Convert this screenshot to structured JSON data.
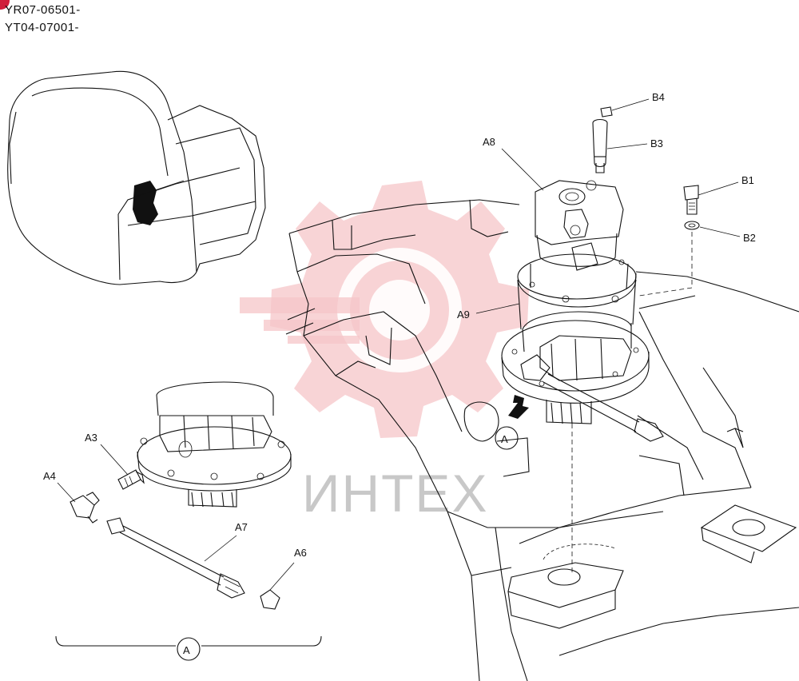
{
  "serials": [
    "YR07-06501-",
    "YT04-07001-"
  ],
  "callouts": {
    "A3": "A3",
    "A4": "A4",
    "A6": "A6",
    "A7": "A7",
    "A8": "A8",
    "A9": "A9",
    "B1": "B1",
    "B2": "B2",
    "B3": "B3",
    "B4": "B4"
  },
  "view_marker": "A",
  "watermark": {
    "text": "ИНТЕХ",
    "color": "#f5c6c8",
    "icon": "gear-logo-icon"
  },
  "colors": {
    "line": "#111111",
    "badge": "#d01e3a"
  }
}
